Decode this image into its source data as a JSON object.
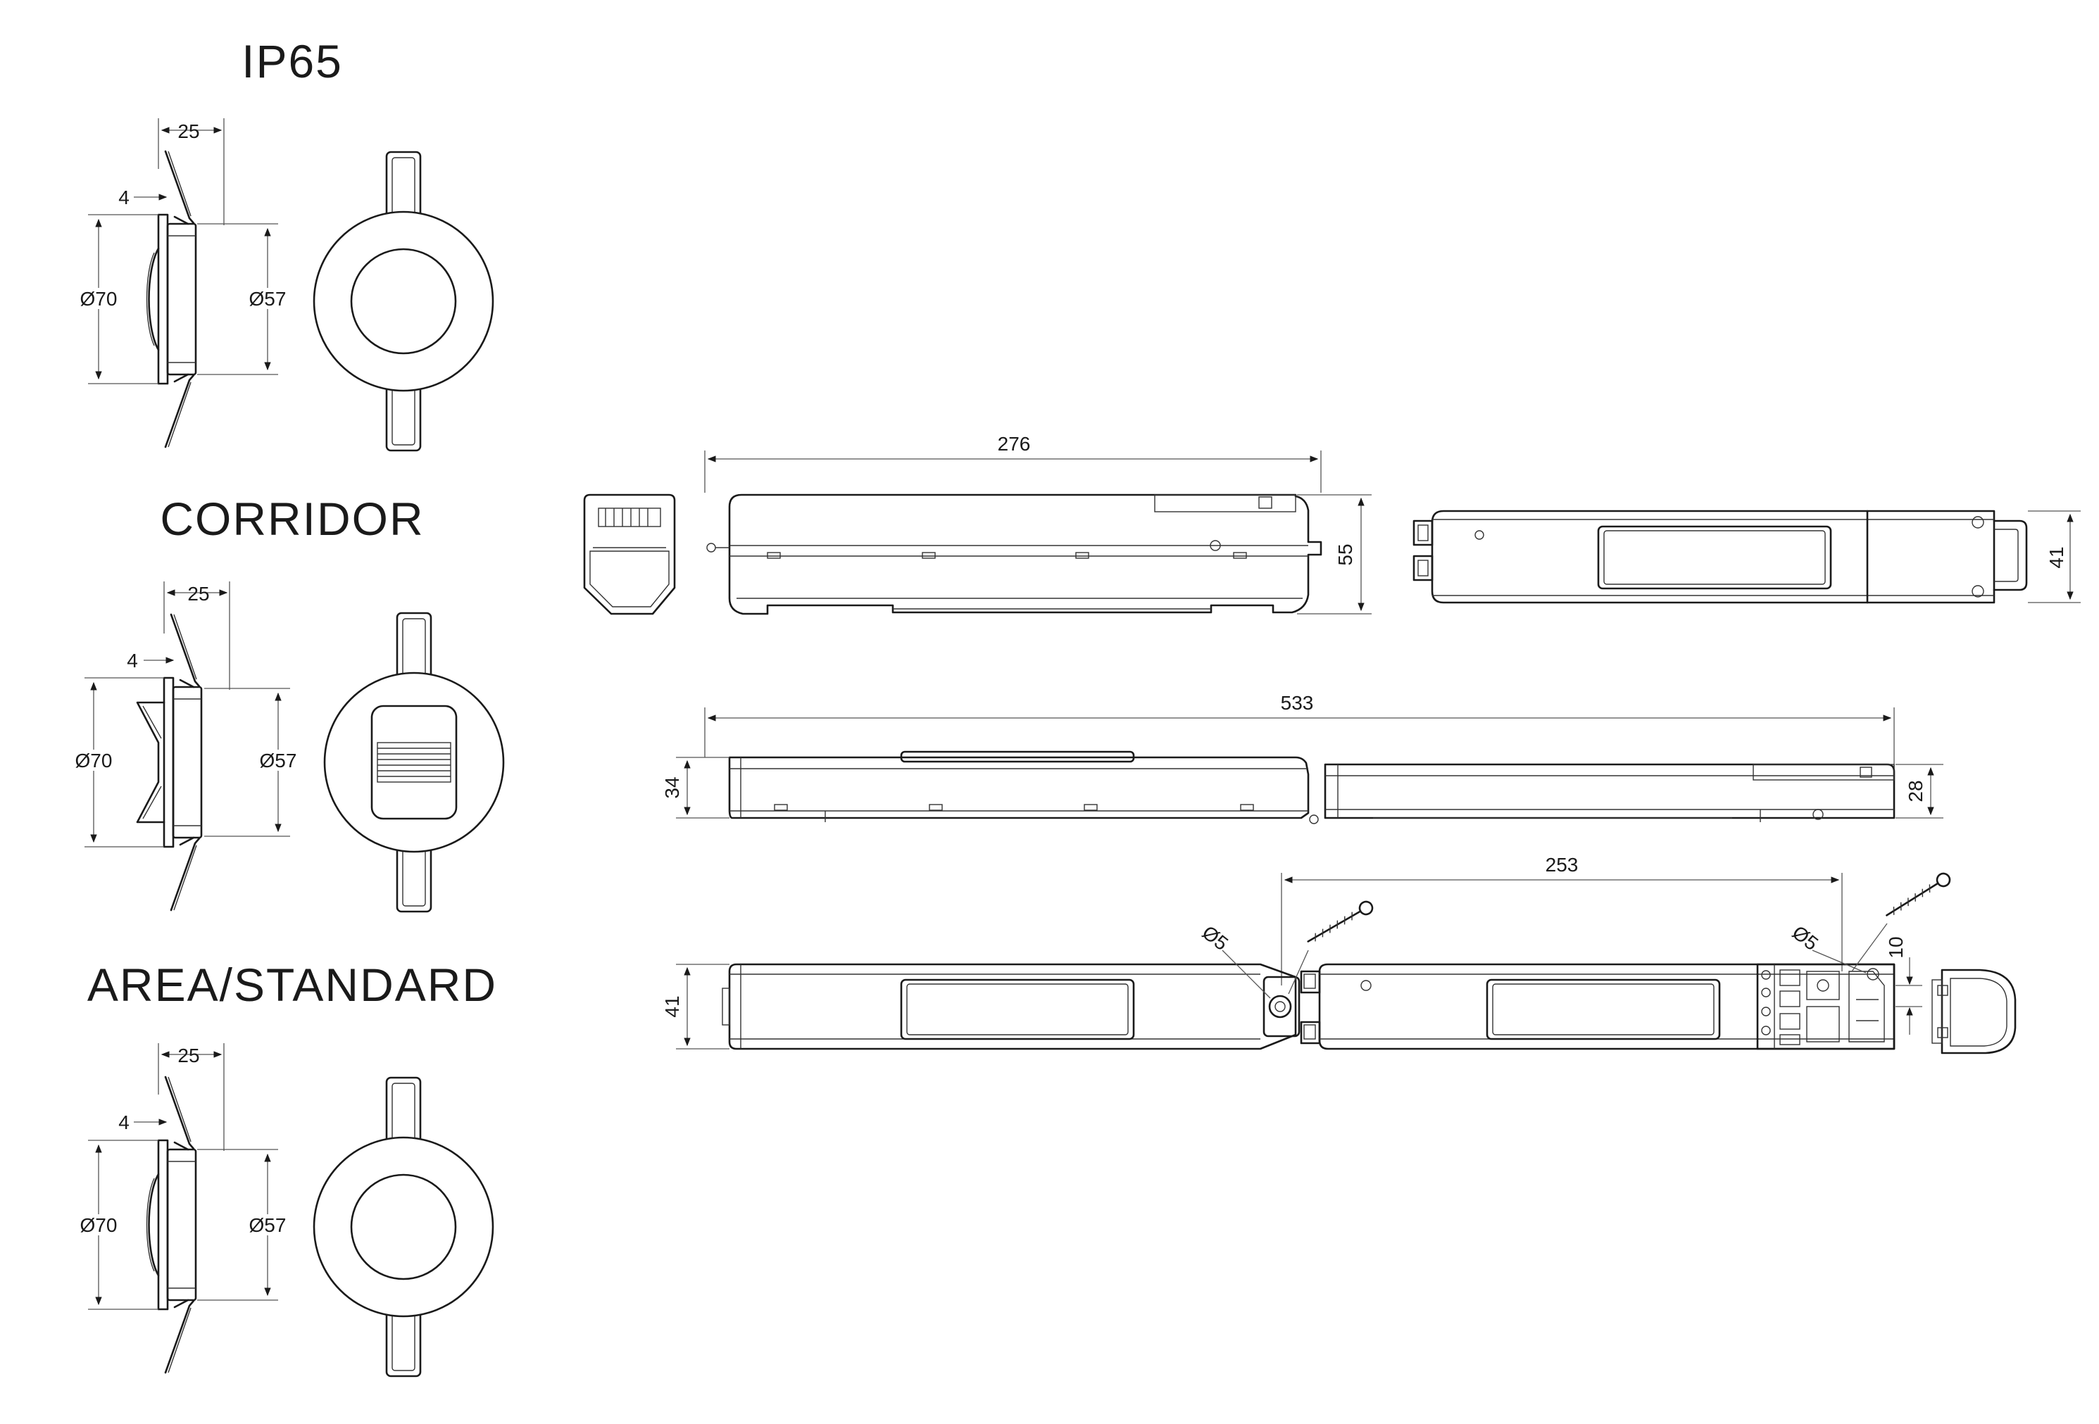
{
  "titles": {
    "ip65": "IP65",
    "corridor": "CORRIDOR",
    "area": "AREA/STANDARD"
  },
  "luminaire_dims": {
    "ip65": {
      "depth": "25",
      "flange": "4",
      "outer": "Ø70",
      "cutout": "Ø57"
    },
    "corridor": {
      "depth": "25",
      "flange": "4",
      "outer": "Ø70",
      "cutout": "Ø57"
    },
    "area": {
      "depth": "25",
      "flange": "4",
      "outer": "Ø70",
      "cutout": "Ø57"
    }
  },
  "driver_dims": {
    "length_276": "276",
    "height_55": "55",
    "width_41_top": "41",
    "length_533": "533",
    "height_34": "34",
    "height_28": "28",
    "fix_253": "253",
    "width_41_bottom": "41",
    "hole_left": "Ø5",
    "hole_right": "Ø5",
    "gap_10": "10"
  }
}
